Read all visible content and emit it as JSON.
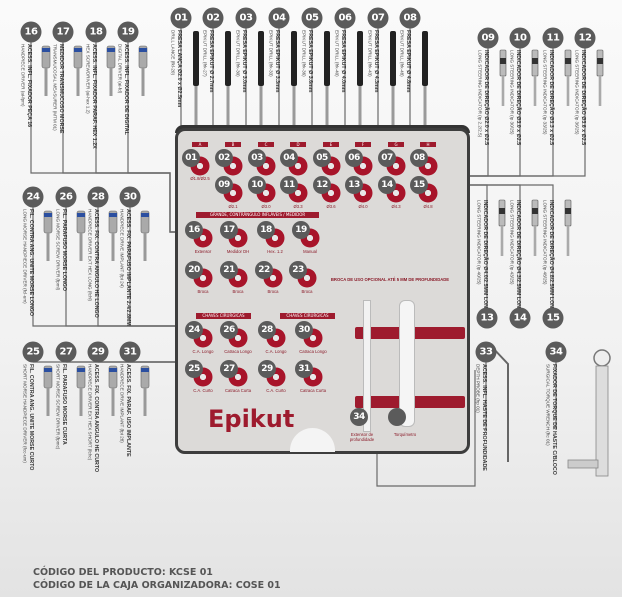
{
  "callouts": [
    {
      "num": "01",
      "title": "FRESA LANÇA Ø2.0 x Ø2.5mm",
      "subtitle": "DRILL LANCE (fkl-20)"
    },
    {
      "num": "02",
      "title": "FRESA EPIKUT Ø 2.7mm",
      "subtitle": "EPIKUT DRILL (frk-27)"
    },
    {
      "num": "03",
      "title": "FRESA EPIKUT Ø 3.0mm",
      "subtitle": "EPIKUT DRILL (frk-30)"
    },
    {
      "num": "04",
      "title": "FRESA EPIKUT Ø 3.3mm",
      "subtitle": "EPIKUT DRILL (frk-33)"
    },
    {
      "num": "05",
      "title": "FRESA EPIKUT Ø 3.6mm",
      "subtitle": "EPIKUT DRILL (frk-36)"
    },
    {
      "num": "06",
      "title": "FRESA EPIKUT Ø 4.0mm",
      "subtitle": "EPIKUT DRILL (frk-40)"
    },
    {
      "num": "07",
      "title": "FRESA EPIKUT Ø 4.3mm",
      "subtitle": "EPIKUT DRILL (frk-43)"
    },
    {
      "num": "08",
      "title": "FRESA EPIKUT Ø 4.8mm",
      "subtitle": "EPIKUT DRILL (frk-48)"
    },
    {
      "num": "09",
      "title": "INDICADOR DE DIREÇÃO Ø2.0 x Ø2.5",
      "subtitle": "LONG STEERING INDICATOR (ip 2.2/2.5)"
    },
    {
      "num": "10",
      "title": "INDICADOR DE DIREÇÃO Ø3.0 x Ø2.5",
      "subtitle": "LONG STEERING INDICATOR (ip 30/25)"
    },
    {
      "num": "11",
      "title": "INDICADOR DE DIREÇÃO Ø3.3 x Ø2.5",
      "subtitle": "LONG STEERING INDICATOR (ip 33/25)"
    },
    {
      "num": "12",
      "title": "INDICADOR DE DIREÇÃO Ø3.6 x Ø2.5",
      "subtitle": "LONG STEERING INDICATOR (ip 36/25)"
    },
    {
      "num": "13",
      "title": "INDICADOR DE DIREÇÃO Ø4.0/2.5MM LONGO",
      "subtitle": "LONG STEERING INDICATOR (ip 40/25)"
    },
    {
      "num": "14",
      "title": "INDICADOR DE DIREÇÃO Ø4.3/2.5MM LONGO",
      "subtitle": "LONG STEERING INDICATOR (ip 43/25)"
    },
    {
      "num": "15",
      "title": "INDICADOR DE DIREÇÃO Ø4.8/2.5MM LONGO",
      "subtitle": "LONG STEERING INDICATOR (ip 48/25)"
    },
    {
      "num": "16",
      "title": "ACESS. INFL. FIXADOR PEÇA 16",
      "subtitle": "HANDPIECE DRIVER (ai-fpm)"
    },
    {
      "num": "17",
      "title": "MEDIDOR TRANSMUCOSO MORSE",
      "subtitle": "TRANSMUCOSAL MEASURER (MTM 01)"
    },
    {
      "num": "18",
      "title": "ACESS. INFL. FIXADOR PARAF. HEX 1.2X",
      "subtitle": "HEX SCREWDRIVER (ai-hex 1.2)"
    },
    {
      "num": "19",
      "title": "ACESS. INFL. FIXADOR DE DIGITAL",
      "subtitle": "DIGITAL DRIVER (ai-fd)"
    },
    {
      "num": "24",
      "title": "FIL. CONTRA ANG. UNITE MORSE LONGO",
      "subtitle": "LONG MORSE HANDPIECE DRIVER (fcl-um)"
    },
    {
      "num": "25",
      "title": "FIL. CONTRA ANG. UNITE MORSE CURTO",
      "subtitle": "SHORT MORSE HANDPIECE DRIVER (fcc-um)"
    },
    {
      "num": "26",
      "title": "FIL. PARAFUSO MORSE LONGO",
      "subtitle": "LONG MORSE SCREW DRIVER (fpml)"
    },
    {
      "num": "27",
      "title": "FIL. PARAFUSO MORSE CURTA",
      "subtitle": "SHORT MORSE SCREW DRIVER (fpmc)"
    },
    {
      "num": "28",
      "title": "ACESS. FIX. CONTRA ANGULO HE LONGO",
      "subtitle": "HANDPIECE DRIVER EXT HEX LONG (fchl)"
    },
    {
      "num": "29",
      "title": "ACESS. FIX. CONTRA ANGULO HE CURTO",
      "subtitle": "HANDPIECE DRIVER EXT HEX SHORT (fchc)"
    },
    {
      "num": "30",
      "title": "ACESS. FIX. PARAFUSO IMPLANTE 2.4/2.8MM",
      "subtitle": "HANDPIECE DRIVE IMPLANT (fpi 24)"
    },
    {
      "num": "31",
      "title": "ACESS. FIX. PARAF. USO IMPLANTE",
      "subtitle": "HANDPIECE DRIVE IMPLANT (fpi 28)"
    },
    {
      "num": "33",
      "title": "ACESS. INFL. HASTE DE PROFUNDIDADE",
      "subtitle": "DEPTH PROBE (hp 01)"
    },
    {
      "num": "34",
      "title": "FIXADOR DE TORQUE DE HASTE C/BLOCO",
      "subtitle": "SURGICAL TORQUE WRENCH (ftc 01)"
    }
  ],
  "case": {
    "tabs": [
      "A",
      "B",
      "C",
      "D",
      "E",
      "F",
      "G",
      "H"
    ],
    "row2_captions": [
      "Ø2.1",
      "Ø3.0",
      "Ø3.3",
      "Ø3.6",
      "Ø4.0",
      "Ø4.3",
      "Ø4.8"
    ],
    "row1_first_caption": "Ø1.8/Ø2.5",
    "row3_captions": [
      "Extensor",
      "Medidor DH",
      "Hex. 1.2",
      "Manual"
    ],
    "row4_captions": [
      "Broca",
      "Broca",
      "Broca",
      "Broca"
    ],
    "row5_captions": [
      "C.A. Longo",
      "Catraca Longo",
      "C.A. Longo",
      "Catraca Longo"
    ],
    "row6_captions": [
      "C.A. Curto",
      "Catraca Curta",
      "C.A. Curto",
      "Catraca Curta"
    ],
    "banner_top": "GRANDE, CONTRÂNGULO INFLÁVEIS / MEDIDOR",
    "banner_left": "CHAVES CIRÚRGICAS",
    "banner_right": "CHAVES CIRÚRGICAS",
    "drill_note": "BROCA DE USO OPCIONAL ATÉ 5 MM DE PROFUNDIDADE",
    "probe_label": "Extensor de profundidade",
    "wrench_label": "Torquímetro",
    "logo": "Epikut"
  },
  "footer": {
    "product_code": "CÓDIGO DEL PRODUCTO: KCSE 01",
    "box_code": "CÓDIGO DE LA CAJA ORGANIZADORA: COSE 01"
  },
  "colors": {
    "accent": "#9e1b2e",
    "badge": "#5b5b5b",
    "case": "#dcdad8"
  }
}
